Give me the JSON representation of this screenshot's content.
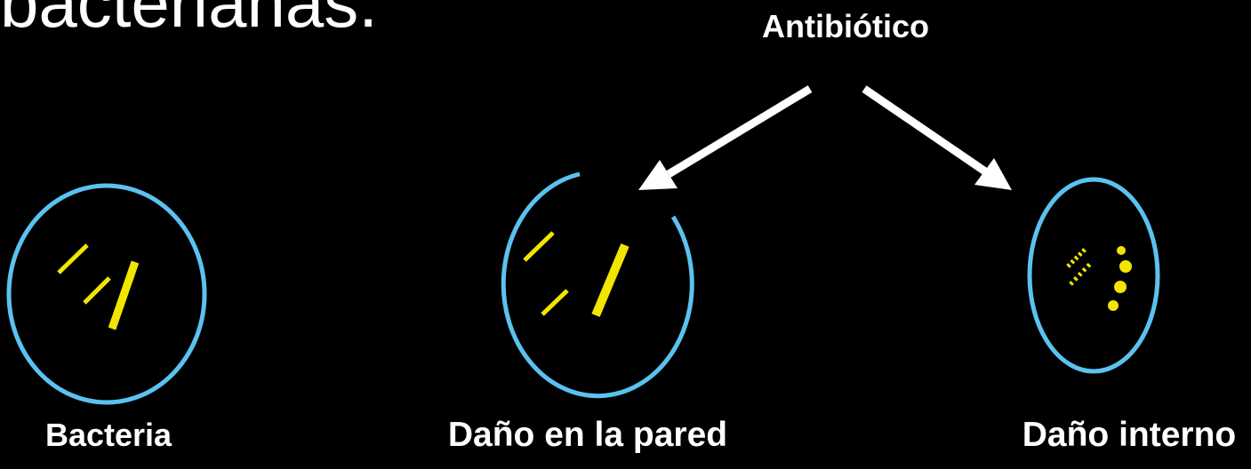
{
  "heading": "bacterianas.",
  "labels": {
    "antibiotic": "Antibiótico",
    "bacteria": "Bacteria",
    "wall_damage": "Daño en la pared",
    "internal_damage": "Daño interno"
  },
  "colors": {
    "background": "#000000",
    "text": "#ffffff",
    "cell_wall": "#5bc2f0",
    "interior": "#f2e600",
    "arrow": "#ffffff"
  }
}
